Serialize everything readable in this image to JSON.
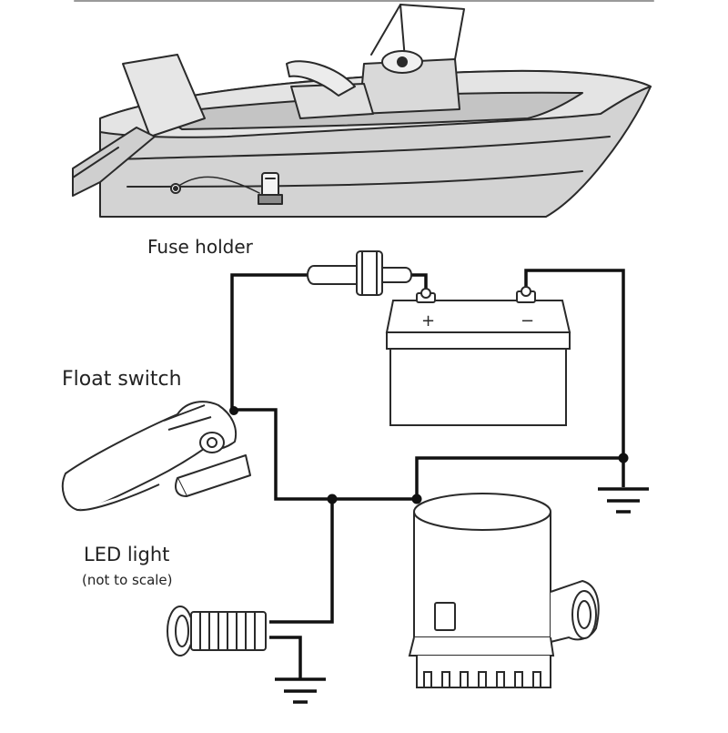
{
  "labels": {
    "fuse_holder": "Fuse holder",
    "float_switch": "Float switch",
    "led_light": "LED light",
    "led_note": "(not to scale)"
  },
  "battery": {
    "positive_symbol": "+",
    "negative_symbol": "−"
  },
  "colors": {
    "wire": "#111111",
    "outline": "#2a2a2a",
    "boat_fill": "#cfcfcf",
    "boat_light": "#e2e2e2",
    "component_fill": "#ffffff"
  },
  "icons": {
    "boat": "boat-illustration-icon",
    "fuse": "fuse-holder-icon",
    "battery": "battery-icon",
    "float_switch": "float-switch-icon",
    "led": "led-light-icon",
    "pump": "bilge-pump-icon",
    "ground": "ground-symbol-icon"
  }
}
